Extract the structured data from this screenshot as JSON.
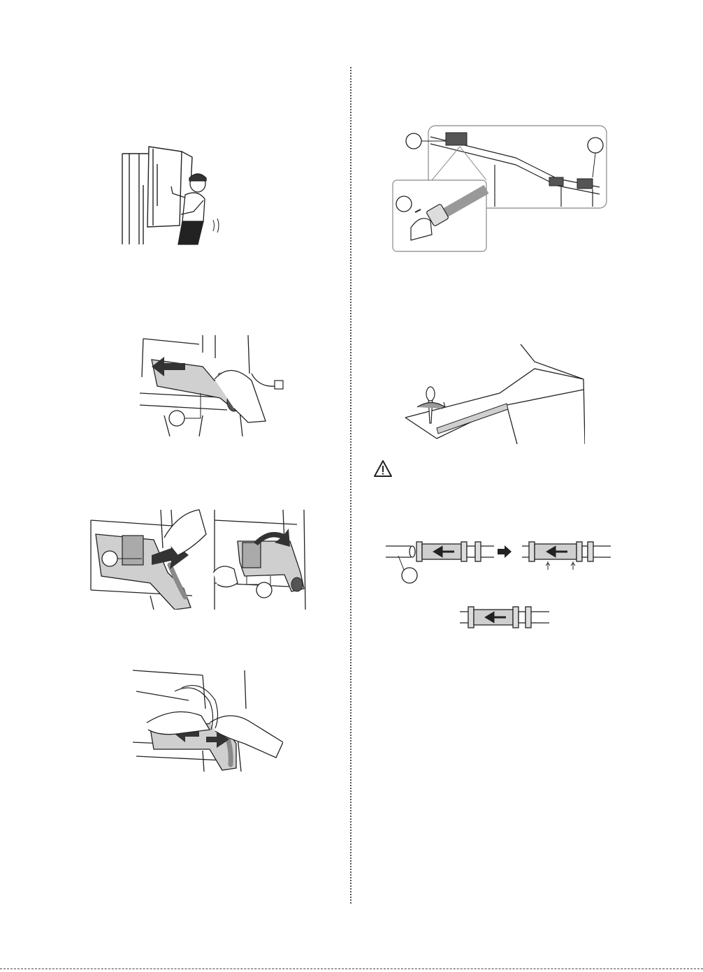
{
  "page": {
    "figures": [
      {
        "id": "fig-door-removal",
        "icon": "technician-lifting-door-illustration"
      },
      {
        "id": "fig-hinge-slide",
        "callouts": [
          ""
        ]
      },
      {
        "id": "fig-hinge-cover-remove",
        "callouts": [
          "",
          ""
        ]
      },
      {
        "id": "fig-wire-disconnect"
      },
      {
        "id": "fig-water-line-top",
        "callouts": [
          "",
          "",
          ""
        ]
      },
      {
        "id": "fig-top-cover-screw",
        "icon": "screwdriver-icon"
      },
      {
        "id": "fig-tube-connector",
        "callouts": [
          ""
        ]
      },
      {
        "id": "fig-tube-connector-final"
      }
    ],
    "warning": {
      "icon": "warning-triangle-icon",
      "text": ""
    },
    "colors": {
      "line": "#222222",
      "shade": "#9a9a9a",
      "light_shade": "#c8c8c8",
      "divider": "#555555"
    }
  }
}
